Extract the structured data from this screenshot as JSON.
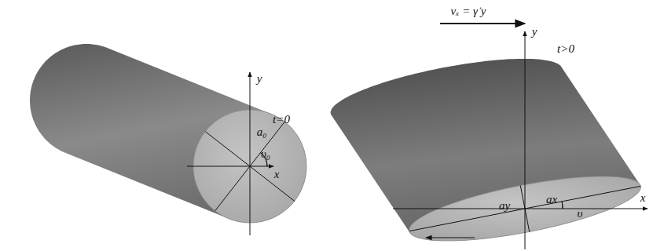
{
  "diagram": {
    "labels": [
      "t=0",
      "y",
      "x",
      "a₀",
      "υ₀",
      "vₓ = γ̇ y",
      "y",
      "t>0",
      "x",
      "ay",
      "ax",
      "υ"
    ]
  }
}
